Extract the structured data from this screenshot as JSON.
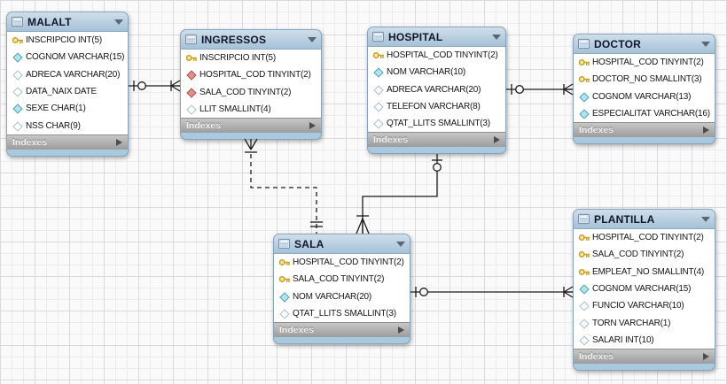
{
  "diagram": {
    "footer_label": "Indexes",
    "colors": {
      "table_header_blue": "#aec8dd",
      "table_bottom_strip": "#a9c9e0",
      "primary_key_yellow": "#e8c63f",
      "not_null_cyan": "#b4e3ec",
      "foreign_key_red": "#dd928f",
      "nullable_white": "#ffffff",
      "indexes_bar_gray": "#a9a9a9",
      "connector_black": "#1b1b1b"
    },
    "tables": [
      {
        "name": "MALALT",
        "columns": [
          {
            "label": "INSCRIPCIO INT(5)",
            "icon": "primary-key"
          },
          {
            "label": "COGNOM VARCHAR(15)",
            "icon": "not-null"
          },
          {
            "label": "ADRECA VARCHAR(20)",
            "icon": "nullable"
          },
          {
            "label": "DATA_NAIX DATE",
            "icon": "nullable"
          },
          {
            "label": "SEXE CHAR(1)",
            "icon": "not-null"
          },
          {
            "label": "NSS CHAR(9)",
            "icon": "nullable"
          }
        ]
      },
      {
        "name": "INGRESSOS",
        "columns": [
          {
            "label": "INSCRIPCIO INT(5)",
            "icon": "primary-key"
          },
          {
            "label": "HOSPITAL_COD TINYINT(2)",
            "icon": "foreign-key"
          },
          {
            "label": "SALA_COD TINYINT(2)",
            "icon": "foreign-key"
          },
          {
            "label": "LLIT SMALLINT(4)",
            "icon": "nullable"
          }
        ]
      },
      {
        "name": "HOSPITAL",
        "columns": [
          {
            "label": "HOSPITAL_COD TINYINT(2)",
            "icon": "primary-key"
          },
          {
            "label": "NOM VARCHAR(10)",
            "icon": "not-null"
          },
          {
            "label": "ADRECA VARCHAR(20)",
            "icon": "nullable"
          },
          {
            "label": "TELEFON VARCHAR(8)",
            "icon": "nullable"
          },
          {
            "label": "QTAT_LLITS SMALLINT(3)",
            "icon": "nullable"
          }
        ]
      },
      {
        "name": "DOCTOR",
        "columns": [
          {
            "label": "HOSPITAL_COD TINYINT(2)",
            "icon": "primary-key"
          },
          {
            "label": "DOCTOR_NO SMALLINT(3)",
            "icon": "primary-key"
          },
          {
            "label": "COGNOM VARCHAR(13)",
            "icon": "not-null"
          },
          {
            "label": "ESPECIALITAT VARCHAR(16)",
            "icon": "not-null"
          }
        ]
      },
      {
        "name": "SALA",
        "columns": [
          {
            "label": "HOSPITAL_COD TINYINT(2)",
            "icon": "primary-key"
          },
          {
            "label": "SALA_COD TINYINT(2)",
            "icon": "primary-key"
          },
          {
            "label": "NOM VARCHAR(20)",
            "icon": "not-null"
          },
          {
            "label": "QTAT_LLITS SMALLINT(3)",
            "icon": "nullable"
          }
        ]
      },
      {
        "name": "PLANTILLA",
        "columns": [
          {
            "label": "HOSPITAL_COD TINYINT(2)",
            "icon": "primary-key"
          },
          {
            "label": "SALA_COD TINYINT(2)",
            "icon": "primary-key"
          },
          {
            "label": "EMPLEAT_NO SMALLINT(4)",
            "icon": "primary-key"
          },
          {
            "label": "COGNOM VARCHAR(15)",
            "icon": "not-null"
          },
          {
            "label": "FUNCIO VARCHAR(10)",
            "icon": "nullable"
          },
          {
            "label": "TORN VARCHAR(1)",
            "icon": "nullable"
          },
          {
            "label": "SALARI INT(10)",
            "icon": "nullable"
          }
        ]
      }
    ],
    "relationships": [
      {
        "from": "MALALT",
        "to": "INGRESSOS",
        "line": "solid",
        "from_end": "one-optional",
        "to_end": "one-many"
      },
      {
        "from": "HOSPITAL",
        "to": "DOCTOR",
        "line": "solid",
        "from_end": "one-optional",
        "to_end": "one-many"
      },
      {
        "from": "HOSPITAL",
        "to": "SALA",
        "line": "solid",
        "from_end": "one-optional",
        "to_end": "one-many"
      },
      {
        "from": "SALA",
        "to": "INGRESSOS",
        "line": "dashed",
        "from_end": "one-mandatory",
        "to_end": "one-many"
      },
      {
        "from": "SALA",
        "to": "PLANTILLA",
        "line": "solid",
        "from_end": "one-optional",
        "to_end": "one-many"
      }
    ]
  }
}
